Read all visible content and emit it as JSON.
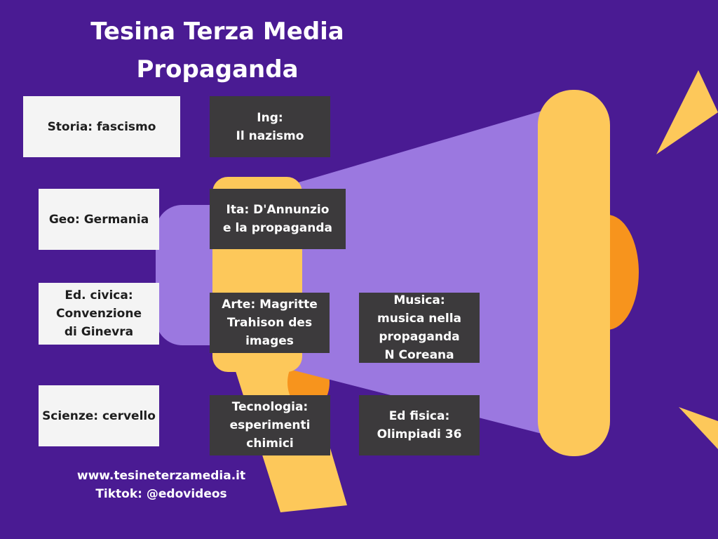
{
  "title": {
    "line1": "Tesina Terza Media",
    "line2": "Propaganda"
  },
  "topics": {
    "storia": "Storia: fascismo",
    "inglese": "Ing:\nIl nazismo",
    "geografia": "Geo: Germania",
    "italiano": "Ita: D'Annunzio\ne la propaganda",
    "educazione_civica": "Ed. civica:\nConvenzione\ndi Ginevra",
    "arte": "Arte: Magritte\nTrahison des\nimages",
    "musica": "Musica:\nmusica nella\npropaganda\nN Coreana",
    "scienze": "Scienze: cervello",
    "tecnologia": "Tecnologia:\nesperimenti\nchimici",
    "educazione_fisica": "Ed fisica:\nOlimpiadi 36"
  },
  "footer": {
    "website": "www.tesineterzamedia.it",
    "tiktok": "Tiktok: @edovideos"
  },
  "colors": {
    "background": "#4a1b93",
    "megaphone_body": "#9b78e0",
    "megaphone_rim": "#fdc85a",
    "megaphone_accent": "#f7941d",
    "box_light": "#f4f4f4",
    "box_dark": "#3c3a3c"
  },
  "icons": [
    "megaphone-illustration",
    "sparkle-shape"
  ]
}
